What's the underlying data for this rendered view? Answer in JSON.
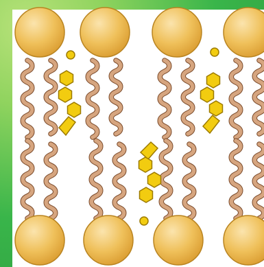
{
  "colors": {
    "background_green": "#39b54a",
    "background_light_green": "#b8e27a",
    "panel": "#ffffff",
    "phosphate_head": "#efc05a",
    "phosphate_head_highlight": "#fbe4ad",
    "phosphate_head_outline": "#b98421",
    "lipid_tail": "#d6a57f",
    "lipid_tail_outline": "#7a4a2a",
    "cholesterol_ring": "#f2cc10",
    "cholesterol_outline": "#9c7a00"
  },
  "diagram": {
    "subject": "lipid bilayer",
    "top_leaflet_heads": 4,
    "bottom_leaflet_heads": 4,
    "cholesterol_molecules": 3
  }
}
